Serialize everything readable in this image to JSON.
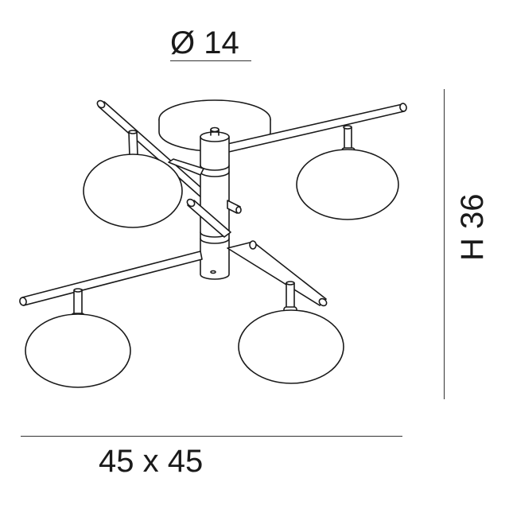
{
  "dimensions": {
    "diameter": "Ø 14",
    "width_depth": "45 x 45",
    "height": "H 36"
  },
  "colors": {
    "line": "#1a1a1a",
    "fill": "#ffffff"
  }
}
